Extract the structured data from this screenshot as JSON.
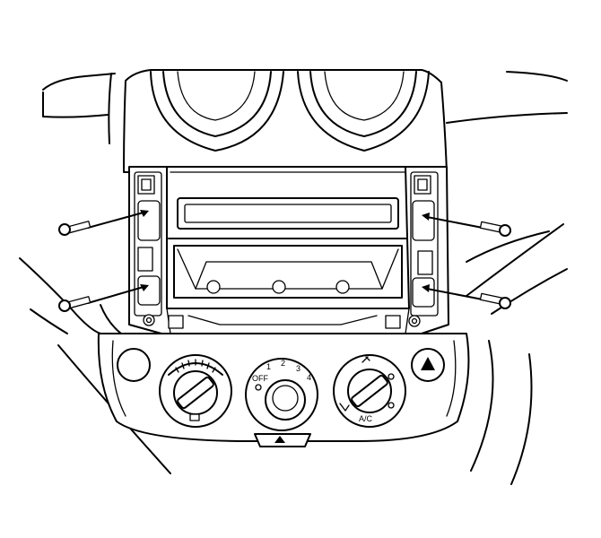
{
  "diagram": {
    "temperature_knob": {
      "icon": "temperature-dial-icon"
    },
    "fan_speed_knob": {
      "labels": {
        "off": "OFF",
        "s1": "1",
        "s2": "2",
        "s3": "3",
        "s4": "4"
      }
    },
    "mode_knob": {
      "label": "A/C"
    },
    "hazard_button": {
      "icon": "hazard-triangle-icon"
    },
    "screws": [
      "upper-left",
      "lower-left",
      "upper-right",
      "lower-right"
    ]
  }
}
